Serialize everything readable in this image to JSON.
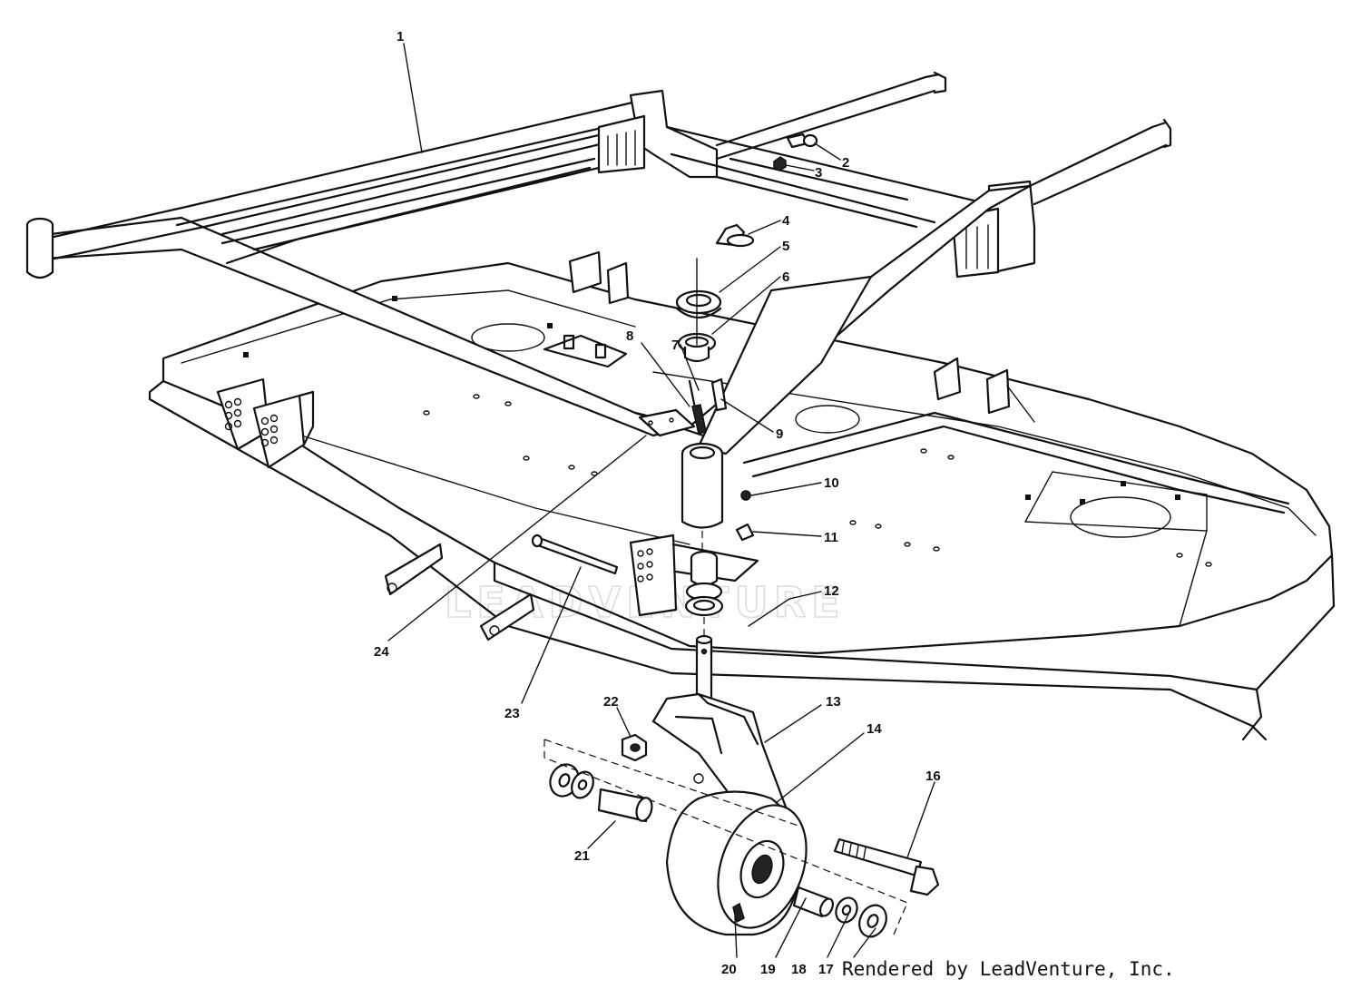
{
  "watermark": "LEADVENTURE",
  "footer": "Rendered by LeadVenture, Inc.",
  "callouts": [
    {
      "id": "1",
      "label": "1"
    },
    {
      "id": "2",
      "label": "2"
    },
    {
      "id": "3",
      "label": "3"
    },
    {
      "id": "4",
      "label": "4"
    },
    {
      "id": "5",
      "label": "5"
    },
    {
      "id": "6",
      "label": "6"
    },
    {
      "id": "7",
      "label": "7"
    },
    {
      "id": "8",
      "label": "8"
    },
    {
      "id": "9",
      "label": "9"
    },
    {
      "id": "10",
      "label": "10"
    },
    {
      "id": "11",
      "label": "11"
    },
    {
      "id": "12",
      "label": "12"
    },
    {
      "id": "13",
      "label": "13"
    },
    {
      "id": "14",
      "label": "14"
    },
    {
      "id": "16",
      "label": "16"
    },
    {
      "id": "17",
      "label": "17"
    },
    {
      "id": "18",
      "label": "18"
    },
    {
      "id": "19",
      "label": "19"
    },
    {
      "id": "20",
      "label": "20"
    },
    {
      "id": "21",
      "label": "21"
    },
    {
      "id": "22",
      "label": "22"
    },
    {
      "id": "23",
      "label": "23"
    },
    {
      "id": "24",
      "label": "24"
    }
  ]
}
